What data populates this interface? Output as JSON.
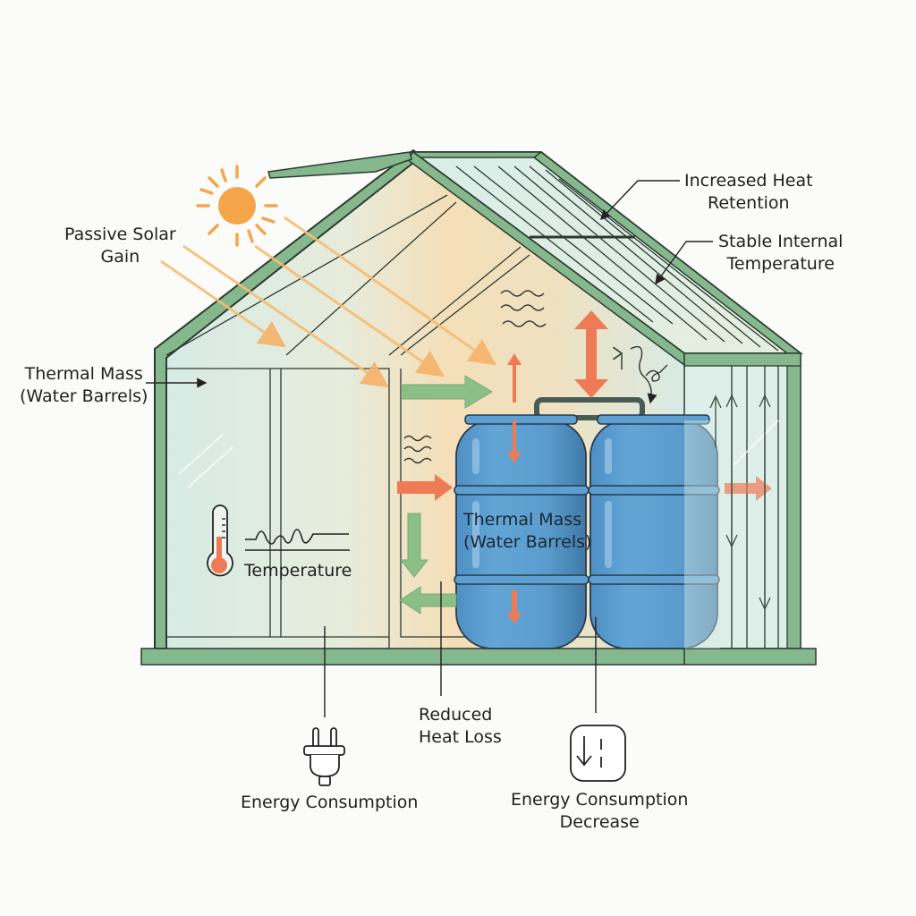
{
  "diagram": {
    "subject": "Greenhouse with thermal mass water barrels",
    "colors": {
      "frame_green": "#86b88e",
      "frame_outline": "#2c3a30",
      "glass": "#d6ebe6",
      "warm_interior": "#f3dfb8",
      "sun": "#f5a54a",
      "solar_ray": "#f6bd74",
      "heat_arrow": "#ee7b55",
      "flow_arrow_green": "#8cbf86",
      "barrel_blue": "#5c9fd0",
      "barrel_dark": "#4a86b4",
      "line": "#222222"
    },
    "labels": {
      "passive_solar_gain": [
        "Passive Solar",
        "Gain"
      ],
      "thermal_mass_left": [
        "Thermal Mass",
        "(Water Barrels)"
      ],
      "increased_heat_retention": [
        "Increased Heat",
        "Retention"
      ],
      "stable_internal_temperature": [
        "Stable Internal",
        "Temperature"
      ],
      "thermal_mass_barrels": [
        "Thermal Mass",
        "(Water Barrels)"
      ],
      "temperature": "Temperature",
      "reduced_heat_loss": [
        "Reduced",
        "Heat Loss"
      ],
      "energy_consumption": "Energy Consumption",
      "energy_consumption_decrease": [
        "Energy Consumption",
        "Decrease"
      ]
    },
    "icons": {
      "sun": "sun-icon",
      "thermometer": "thermometer-icon",
      "plug": "plug-icon",
      "decrease": "down-arrow-box-icon",
      "heat_waves": "wavy-lines-icon"
    }
  }
}
